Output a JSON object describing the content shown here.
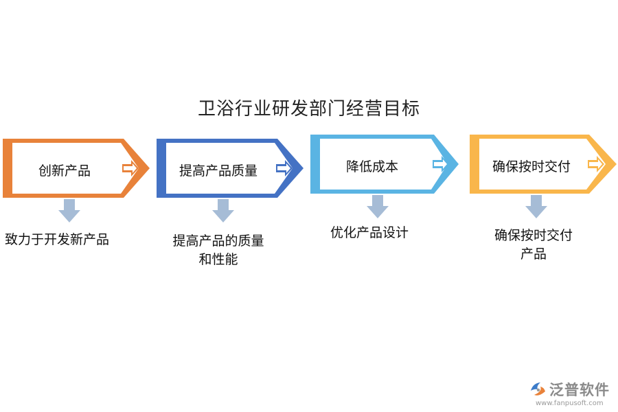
{
  "title": "卫浴行业研发部门经营目标",
  "steps": [
    {
      "label": "创新产品",
      "color": "#E8823A",
      "desc": [
        "致力于开发新产品"
      ]
    },
    {
      "label": "提高产品质量",
      "color": "#4472C4",
      "desc": [
        "提高产品的质量",
        "和性能"
      ]
    },
    {
      "label": "降低成本",
      "color": "#5AB4E3",
      "desc": [
        "优化产品设计"
      ]
    },
    {
      "label": "确保按时交付",
      "color": "#F9B64B",
      "desc": [
        "确保按时交付",
        "产品"
      ]
    }
  ],
  "connector_color": "#A6BCD6",
  "watermark": {
    "brand": "泛普软件",
    "url": "www.fanpusoft.com",
    "icon": "fanpu-logo-icon"
  }
}
